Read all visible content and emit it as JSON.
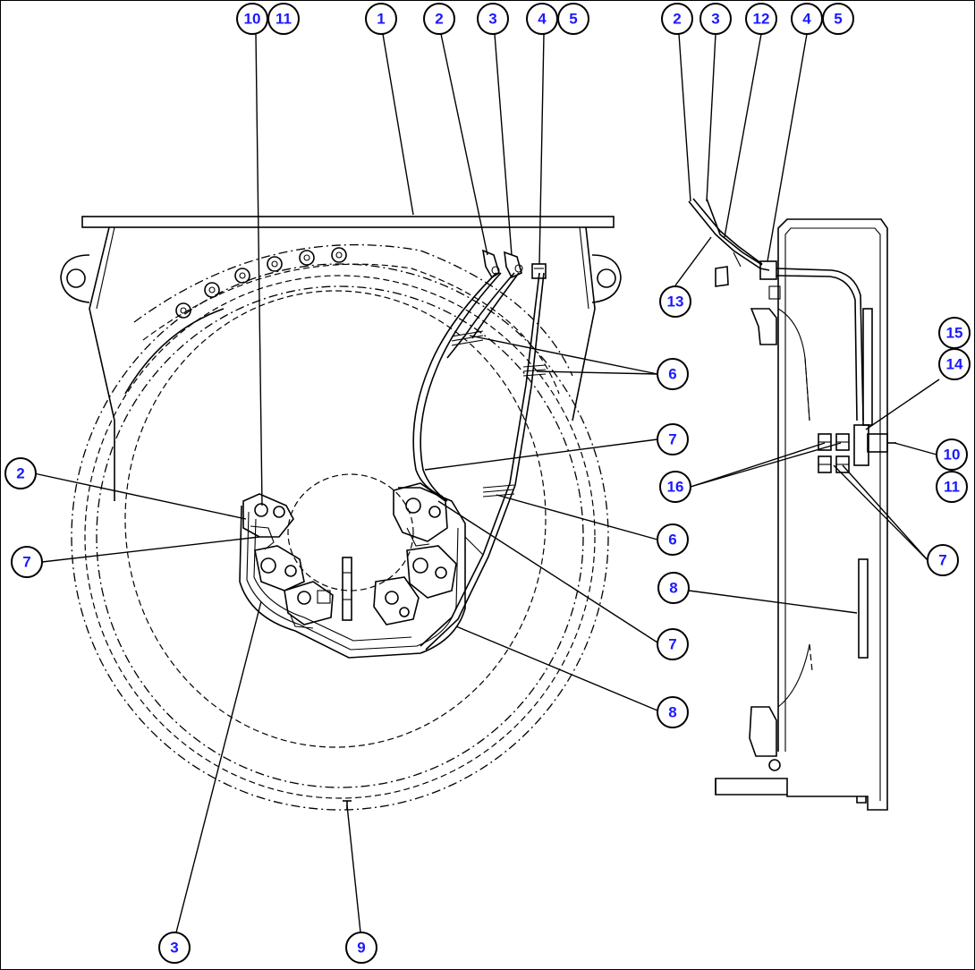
{
  "colors": {
    "callout_text": "#1a1aff",
    "line": "#000000",
    "background": "#ffffff"
  },
  "callouts": [
    {
      "id": "c-10-top",
      "label": "10"
    },
    {
      "id": "c-11-top",
      "label": "11"
    },
    {
      "id": "c-1-top",
      "label": "1"
    },
    {
      "id": "c-2-top",
      "label": "2"
    },
    {
      "id": "c-3-top",
      "label": "3"
    },
    {
      "id": "c-4-top",
      "label": "4"
    },
    {
      "id": "c-5-top",
      "label": "5"
    },
    {
      "id": "c-2-right-top",
      "label": "2"
    },
    {
      "id": "c-3-right-top",
      "label": "3"
    },
    {
      "id": "c-12-right-top",
      "label": "12"
    },
    {
      "id": "c-4-right-top",
      "label": "4"
    },
    {
      "id": "c-5-right-top",
      "label": "5"
    },
    {
      "id": "c-13",
      "label": "13"
    },
    {
      "id": "c-15",
      "label": "15"
    },
    {
      "id": "c-14",
      "label": "14"
    },
    {
      "id": "c-6-upper",
      "label": "6"
    },
    {
      "id": "c-7-upper",
      "label": "7"
    },
    {
      "id": "c-16",
      "label": "16"
    },
    {
      "id": "c-10-right",
      "label": "10"
    },
    {
      "id": "c-11-right",
      "label": "11"
    },
    {
      "id": "c-2-left",
      "label": "2"
    },
    {
      "id": "c-7-left",
      "label": "7"
    },
    {
      "id": "c-6-mid",
      "label": "6"
    },
    {
      "id": "c-7-right",
      "label": "7"
    },
    {
      "id": "c-8-right",
      "label": "8"
    },
    {
      "id": "c-7-lower",
      "label": "7"
    },
    {
      "id": "c-8-lower",
      "label": "8"
    },
    {
      "id": "c-3-bottom",
      "label": "3"
    },
    {
      "id": "c-9-bottom",
      "label": "9"
    }
  ]
}
